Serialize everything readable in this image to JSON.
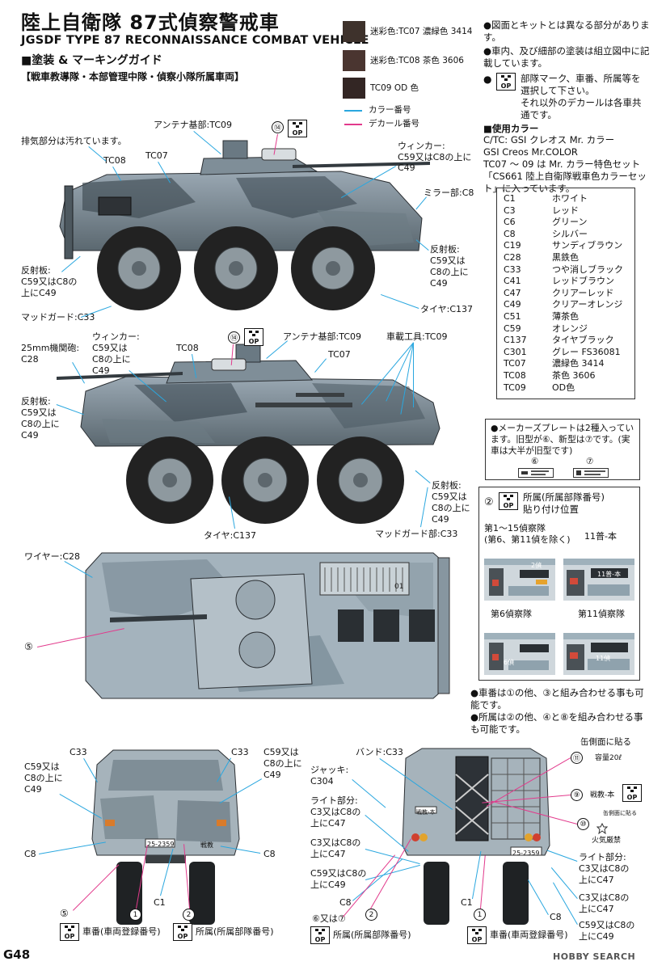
{
  "header": {
    "title_jp": "陸上自衛隊 87式偵察警戒車",
    "title_en": "JGSDF  TYPE 87 RECONNAISSANCE COMBAT VEHICLE",
    "guide": "■塗装 & マーキングガイド",
    "unit": "【戦車教導隊・本部管理中隊・偵察小隊所属車両】"
  },
  "swatches": [
    {
      "label": "迷彩色:TC07 濃緑色 3414",
      "color": "#3e322c"
    },
    {
      "label": "迷彩色:TC08 茶色 3606",
      "color": "#4a3530"
    },
    {
      "label": "TC09 OD 色",
      "color": "#332624"
    }
  ],
  "legend": {
    "color_number": "カラー番号",
    "decal_number": "デカール番号",
    "blue": "#2aa7df",
    "pink": "#e23a8c"
  },
  "notes": {
    "n1": "●図面とキットとは異なる部分があります。",
    "n2": "●車内、及び細部の塗装は組立図中に記載しています。",
    "n3a": "部隊マーク、車番、所属等を選択して下さい。",
    "n3b": "それ以外のデカールは各車共通です。",
    "used_title": "■使用カラー",
    "used_1": "C/TC: GSI クレオス Mr. カラー",
    "used_2": "GSI Creos Mr.COLOR",
    "used_3": "TC07 ～ 09 は Mr. カラー特色セット「CS661 陸上自衛隊戦車色カラーセット」に入っています。"
  },
  "color_table": [
    {
      "code": "C1",
      "name": "ホワイト"
    },
    {
      "code": "C3",
      "name": "レッド"
    },
    {
      "code": "C6",
      "name": "グリーン"
    },
    {
      "code": "C8",
      "name": "シルバー"
    },
    {
      "code": "C19",
      "name": "サンディブラウン"
    },
    {
      "code": "C28",
      "name": "黒鉄色"
    },
    {
      "code": "C33",
      "name": "つや消しブラック"
    },
    {
      "code": "C41",
      "name": "レッドブラウン"
    },
    {
      "code": "C47",
      "name": "クリアーレッド"
    },
    {
      "code": "C49",
      "name": "クリアーオレンジ"
    },
    {
      "code": "C51",
      "name": "薄茶色"
    },
    {
      "code": "C59",
      "name": "オレンジ"
    },
    {
      "code": "C137",
      "name": "タイヤブラック"
    },
    {
      "code": "C301",
      "name": "グレー FS36081"
    },
    {
      "code": "TC07",
      "name": "濃緑色 3414"
    },
    {
      "code": "TC08",
      "name": "茶色 3606"
    },
    {
      "code": "TC09",
      "name": "OD色"
    }
  ],
  "plate": {
    "text": "●メーカーズプレートは2種入っています。旧型が⑥、新型は⑦です。(実車は大半が旧型です)",
    "n6": "⑥",
    "n7": "⑦"
  },
  "affiliation": {
    "num": "②",
    "title": "所属(所属部隊番号)",
    "subtitle": "貼り付け位置",
    "recon_1_15": "第1～15偵察隊",
    "recon_except": "(第6、第11偵を除く)",
    "label_11": "11普-本",
    "recon_6": "第6偵察隊",
    "recon_11": "第11偵察隊",
    "plate_2": "2偵",
    "plate_11": "11普-本",
    "plate_6": "6偵",
    "plate_11b": "11偵"
  },
  "combo_notes": {
    "c1": "●車番は①の他、③と組み合わせる事も可能です。",
    "c2": "●所属は②の他、④と⑧を組み合わせる事も可能です。"
  },
  "side1": {
    "exhaust": "排気部分は汚れています。",
    "antenna": "アンテナ基部:TC09",
    "tc08": "TC08",
    "tc07": "TC07",
    "decal14": "⑭",
    "winker": "ウィンカー:",
    "winker2": "C59又はC8の上にC49",
    "mirror": "ミラー部:C8",
    "reflector_r": "反射板:",
    "reflector_r2": "C59又は",
    "reflector_r3": "C8の上に",
    "reflector_r4": "C49",
    "reflector_l": "反射板:",
    "reflector_l2": "C59又はC8の",
    "reflector_l3": "上にC49",
    "mudguard": "マッドガード:C33",
    "tire": "タイヤ:C137"
  },
  "side2": {
    "gun": "25mm機関砲:",
    "gun2": "C28",
    "winker": "ウィンカー:",
    "winker2": "C59又は",
    "winker3": "C8の上に",
    "winker4": "C49",
    "tc08": "TC08",
    "decal14": "⑭",
    "antenna": "アンテナ基部:TC09",
    "tools": "車載工具:TC09",
    "tc07": "TC07",
    "reflector_l": "反射板:",
    "reflector_l2": "C59又は",
    "reflector_l3": "C8の上に",
    "reflector_l4": "C49",
    "reflector_r": "反射板:",
    "reflector_r2": "C59又は",
    "reflector_r3": "C8の上に",
    "reflector_r4": "C49",
    "tire": "タイヤ:C137",
    "mudguard": "マッドガード部:C33"
  },
  "top": {
    "wire": "ワイヤー:C28",
    "decal5": "⑤",
    "hull_marking": "01"
  },
  "front": {
    "c33_l": "C33",
    "c33_r": "C33",
    "c59_l": "C59又は",
    "c59_l2": "C8の上に",
    "c59_l3": "C49",
    "c59_r": "C59又は",
    "c59_r2": "C8の上に",
    "c59_r3": "C49",
    "c8_l": "C8",
    "c8_r": "C8",
    "decal5": "⑤",
    "c1": "C1",
    "plate_no": "25-2359",
    "aff": "戦教",
    "car_num": "車番(車両登録番号)",
    "aff_label": "所属(所属部隊番号)"
  },
  "rear": {
    "band": "バンド:C33",
    "jack": "ジャッキ:",
    "jack2": "C304",
    "light_l": "ライト部分:",
    "light_l2": "C3又はC8の",
    "light_l3": "上にC47",
    "c3_l": "C3又はC8の",
    "c3_l2": "上にC47",
    "c59_l": "C59又はC8の",
    "c59_l2": "上にC49",
    "c8": "C8",
    "n67": "⑥又は⑦",
    "c1": "C1",
    "c8_r": "C8",
    "aff_label": "所属(所属部隊番号)",
    "car_num": "車番(車両登録番号)",
    "can_side": "缶側面に貼る",
    "capacity": "容量20ℓ",
    "decal11": "⑪",
    "decal9": "⑨",
    "decal9_txt": "戦教-本",
    "decal10": "⑩",
    "fire": "火気厳禁",
    "can_side2": "缶側面に貼る",
    "light_r": "ライト部分:",
    "light_r2": "C3又はC8の",
    "light_r3": "上にC47",
    "c3_r": "C3又はC8の",
    "c3_r2": "上にC47",
    "c59_r": "C59又はC8の",
    "c59_r2": "上にC49",
    "plate_no": "25-2359",
    "aff": "戦教-本"
  },
  "footer": {
    "page": "G48",
    "brand": "HOBBY SEARCH"
  }
}
